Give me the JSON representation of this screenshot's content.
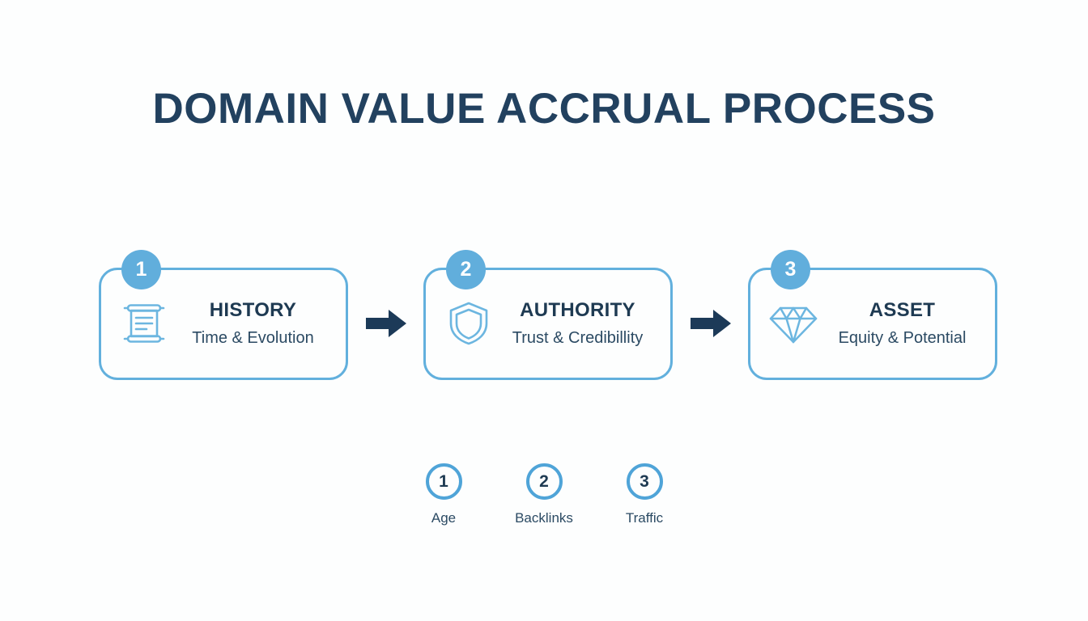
{
  "title": "DOMAIN VALUE ACCRUAL PROCESS",
  "colors": {
    "accent_blue": "#62b0dd",
    "badge_blue": "#61aedc",
    "legend_ring_blue": "#4fa4d8",
    "navy": "#1e3a52",
    "title_navy": "#22415f",
    "background": "#fdfefe"
  },
  "steps": [
    {
      "number": "1",
      "title": "HISTORY",
      "subtitle": "Time & Evolution",
      "icon": "scroll-icon"
    },
    {
      "number": "2",
      "title": "AUTHORITY",
      "subtitle": "Trust & Credibillity",
      "icon": "shield-icon"
    },
    {
      "number": "3",
      "title": "ASSET",
      "subtitle": "Equity & Potential",
      "icon": "diamond-icon"
    }
  ],
  "connectors": [
    {
      "icon": "arrow-right-icon"
    },
    {
      "icon": "arrow-right-icon"
    }
  ],
  "legend": [
    {
      "number": "1",
      "label": "Age"
    },
    {
      "number": "2",
      "label": "Backlinks"
    },
    {
      "number": "3",
      "label": "Traffic"
    }
  ]
}
